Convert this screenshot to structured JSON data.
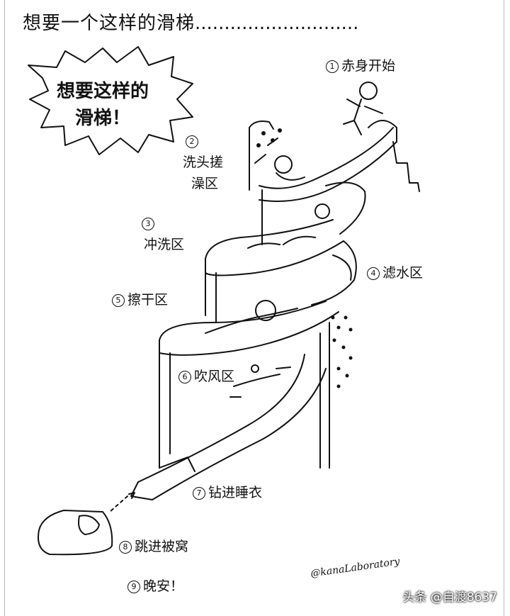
{
  "title": "想要一个这样的滑梯",
  "title_dots": "............................",
  "bubble": {
    "line1": "想要这样的",
    "line2": "滑梯！"
  },
  "steps": [
    {
      "num": "1",
      "text": "赤身开始"
    },
    {
      "num": "2",
      "text": "洗头搓"
    },
    {
      "num": "",
      "text": "澡区"
    },
    {
      "num": "3",
      "text": "冲洗区"
    },
    {
      "num": "4",
      "text": "滤水区"
    },
    {
      "num": "5",
      "text": "擦干区"
    },
    {
      "num": "6",
      "text": "吹风区"
    },
    {
      "num": "7",
      "text": "钻进睡衣"
    },
    {
      "num": "8",
      "text": "跳进被窝"
    },
    {
      "num": "9",
      "text": "晚安！"
    }
  ],
  "signature": "@kanaLaboratory",
  "watermark": "头条 @自渡8637"
}
